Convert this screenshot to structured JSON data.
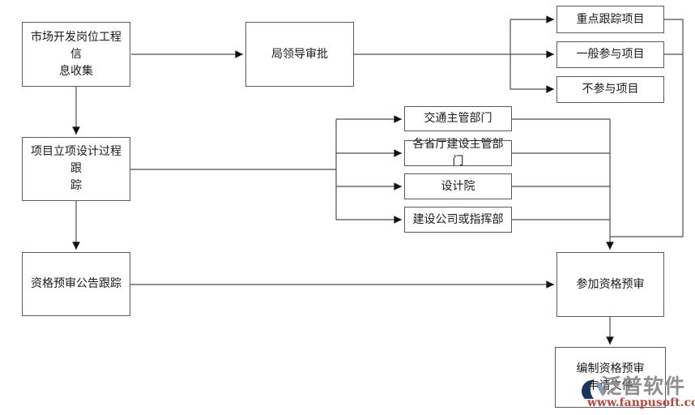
{
  "diagram": {
    "type": "flowchart",
    "colors": {
      "line": "#4d4d4d",
      "box_border": "#5a5a5a",
      "text": "#1a1a1a",
      "background": "#ffffff"
    },
    "nodes": {
      "market_info_collection": {
        "label": "市场开发岗位工程信\n息收集"
      },
      "bureau_leader_approval": {
        "label": "局领导审批"
      },
      "key_tracking_project": {
        "label": "重点跟踪项目"
      },
      "general_participation_project": {
        "label": "一般参与项目"
      },
      "no_participation_project": {
        "label": "不参与项目"
      },
      "project_initiation_design_tracking": {
        "label": "项目立项设计过程跟\n踪"
      },
      "transport_authority": {
        "label": "交通主管部门"
      },
      "provincial_construction_authority": {
        "label": "各省厅建设主管部门"
      },
      "design_institute": {
        "label": "设计院"
      },
      "construction_company_or_hq": {
        "label": "建设公司或指挥部"
      },
      "prequalification_announcement_tracking": {
        "label": "资格预审公告跟踪"
      },
      "participate_prequalification": {
        "label": "参加资格预审"
      },
      "prepare_prequalification_docs": {
        "label": "编制资格预审\n申请文件"
      }
    }
  },
  "watermark": {
    "brand": "泛普软件",
    "url": "www.fanpusoft.com",
    "brand_color": "#8f8f8f",
    "url_color": "#b5473e",
    "logo_dark_color": "#17365d",
    "logo_light_color": "#8b9cb6"
  }
}
